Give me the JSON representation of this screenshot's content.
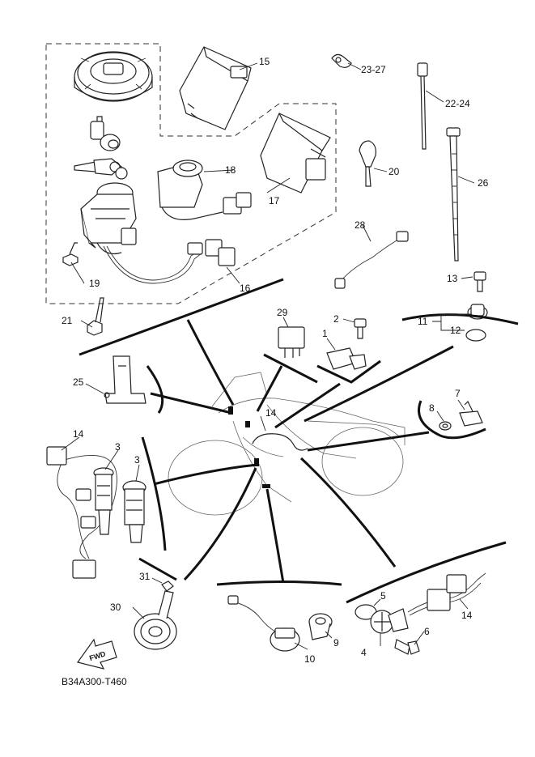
{
  "diagram_code": "B34A300-T460",
  "fwd_label": "FWD",
  "callouts": {
    "c1": "1",
    "c2": "2",
    "c3a": "3",
    "c3b": "3",
    "c4": "4",
    "c5": "5",
    "c6": "6",
    "c7": "7",
    "c8": "8",
    "c9": "9",
    "c10": "10",
    "c11": "11",
    "c12": "12",
    "c13": "13",
    "c14a": "14",
    "c14b": "14",
    "c14c": "14",
    "c15": "15",
    "c16": "16",
    "c17": "17",
    "c18": "18",
    "c19": "19",
    "c20": "20",
    "c21": "21",
    "c22": "22-24",
    "c23": "23-27",
    "c25": "25",
    "c26": "26",
    "c28": "28",
    "c29": "29",
    "c30": "30",
    "c31": "31"
  }
}
